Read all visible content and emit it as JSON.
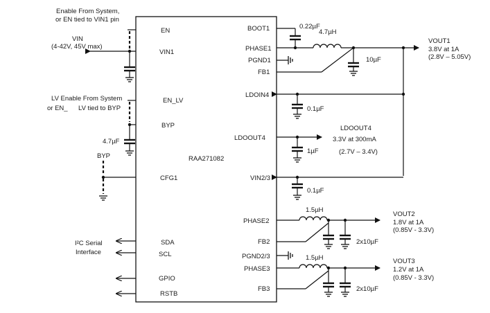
{
  "chip": {
    "part": "RAA271082"
  },
  "left_notes": {
    "en_note_1": "Enable From System,",
    "en_note_2": "or EN tied to VIN1 pin",
    "vin": "VIN",
    "vin_range": "(4-42V, 45V max)",
    "lv_note_1": "LV Enable From System",
    "lv_note_2a": "or EN_",
    "lv_note_2b": "LV tied to BYP",
    "cap_byp": "4.7µF",
    "byp": "BYP",
    "i2c_1": "I²C Serial",
    "i2c_2": "Interface"
  },
  "pins_left": {
    "en": "EN",
    "vin1": "VIN1",
    "en_lv": "EN_LV",
    "byp": "BYP",
    "cfg1": "CFG1",
    "sda": "SDA",
    "scl": "SCL",
    "gpio": "GPIO",
    "rstb": "RSTB"
  },
  "pins_right": {
    "boot1": "BOOT1",
    "phase1": "PHASE1",
    "pgnd1": "PGND1",
    "fb1": "FB1",
    "ldoin4": "LDOIN4",
    "ldoout4": "LDOOUT4",
    "vin23": "VIN2/3",
    "phase2": "PHASE2",
    "fb2": "FB2",
    "pgnd23": "PGND2/3",
    "phase3": "PHASE3",
    "fb3": "FB3"
  },
  "components": {
    "c_boot": "0.22µF",
    "l1": "4.7µH",
    "c_out1": "10µF",
    "c_ldoin": "0.1µF",
    "c_ldoout": "1µF",
    "c_vin23": "0.1µF",
    "l2": "1.5µH",
    "c_out2": "2x10µF",
    "l3": "1.5µH",
    "c_out3": "2x10µF"
  },
  "outputs": {
    "vout1": {
      "name": "VOUT1",
      "spec": "3.8V at 1A",
      "range": "(2.8V – 5.05V)"
    },
    "ldo4": {
      "name": "LDOOUT4",
      "spec": "3.3V at 300mA",
      "range": "(2.7V – 3.4V)"
    },
    "vout2": {
      "name": "VOUT2",
      "spec": "1.8V at 1A",
      "range": "(0.85V - 3.3V)"
    },
    "vout3": {
      "name": "VOUT3",
      "spec": "1.2V at 1A",
      "range": "(0.85V  - 3.3V)"
    }
  }
}
